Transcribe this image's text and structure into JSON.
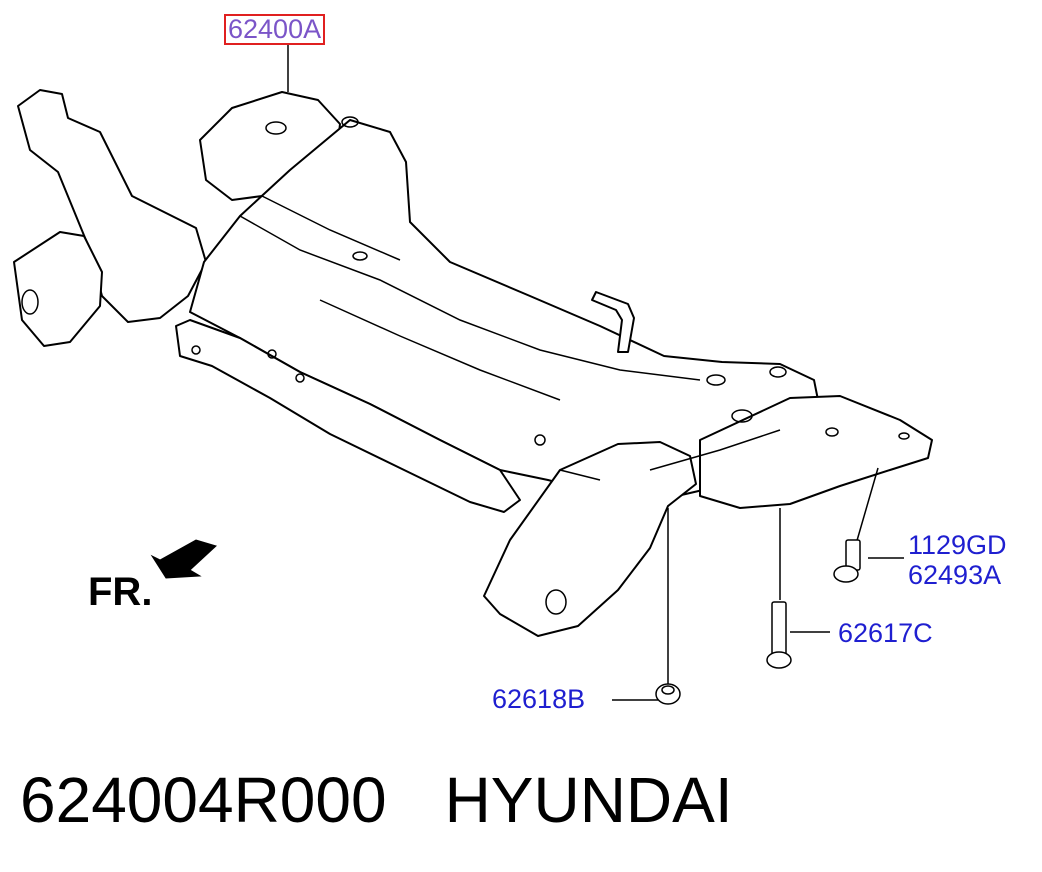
{
  "diagram": {
    "main_part": {
      "label": "62400A"
    },
    "callouts": [
      {
        "label": "1129GD"
      },
      {
        "label": "62493A"
      },
      {
        "label": "62617C"
      },
      {
        "label": "62618B"
      }
    ],
    "direction_label": "FR.",
    "footer": {
      "part_number": "624004R000",
      "brand": "HYUNDAI"
    },
    "colors": {
      "callout_text": "#1f1fd0",
      "main_callout_text": "#7b55c8",
      "main_callout_border": "#e02020",
      "line_art": "#000000"
    }
  }
}
